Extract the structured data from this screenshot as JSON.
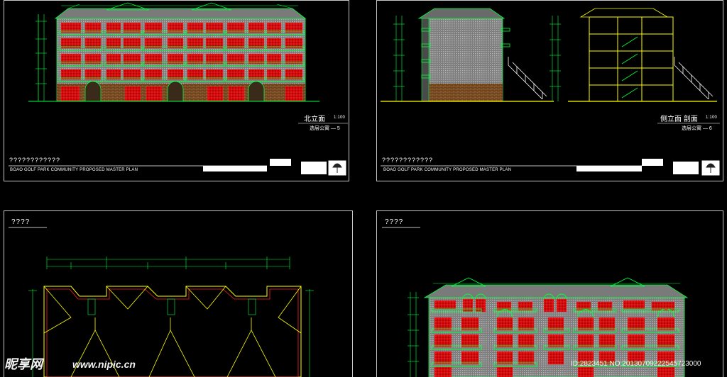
{
  "sheets": {
    "tl": {
      "caption_title": "北立面",
      "caption_scale": "1:100",
      "caption_sub": "选层公寓 — 5",
      "title_cn": "????????????",
      "title_en": "BOAO GOLF PARK COMMUNITY PROPOSED MASTER PLAN"
    },
    "tr": {
      "caption_title": "侧立面 剖面",
      "caption_scale": "1:100",
      "caption_sub": "选层公寓 — 6",
      "title_cn": "????????????",
      "title_en": "BOAO GOLF PARK COMMUNITY PROPOSED MASTER PLAN"
    },
    "bl": {
      "heading": "????"
    },
    "br": {
      "heading": "????"
    }
  },
  "watermark": {
    "logo_text": "昵享网",
    "url": "www.nipic.cn",
    "id_text": "ID:2823451 NO:20130709222545723000"
  },
  "colors": {
    "background": "#000000",
    "frame": "#c8c8c8",
    "outline_green": "#00ff3c",
    "outline_red": "#ff0000",
    "outline_yellow": "#ffff00",
    "wall_gray": "#9a9a9a",
    "brick_brown": "#8a5a2a"
  }
}
